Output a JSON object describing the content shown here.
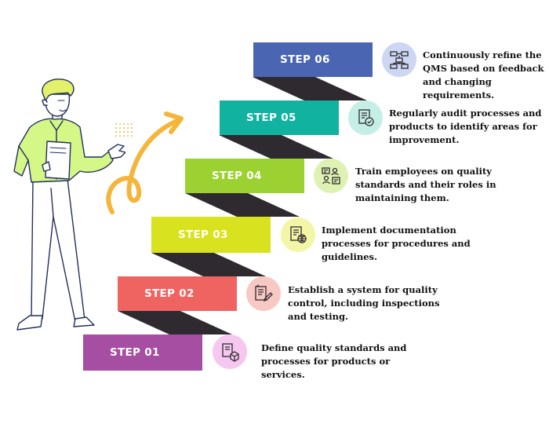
{
  "colors": {
    "riser": "#2f2a30",
    "arrow": "#f5b53a",
    "step_01": "#a64ea2",
    "step_02": "#ef6461",
    "step_03": "#d9e21e",
    "step_04": "#9bd130",
    "step_05": "#12b2a1",
    "step_06": "#4a66b2",
    "icon_bg_01": "#f6c7ef",
    "icon_bg_02": "#f8c8c2",
    "icon_bg_03": "#f3f6a6",
    "icon_bg_04": "#def2b3",
    "icon_bg_05": "#c4eee6",
    "icon_bg_06": "#cdd6f2"
  },
  "steps": [
    {
      "label": "STEP 01",
      "icon": "product-box-icon",
      "description": "Define quality standards and processes for products or services."
    },
    {
      "label": "STEP 02",
      "icon": "inspection-checklist-icon",
      "description": "Establish a system for quality control, including inspections and testing."
    },
    {
      "label": "STEP 03",
      "icon": "documentation-globe-icon",
      "description": "Implement documentation processes for procedures and guidelines."
    },
    {
      "label": "STEP 04",
      "icon": "training-people-icon",
      "description": "Train employees on quality standards and their roles in maintaining them."
    },
    {
      "label": "STEP 05",
      "icon": "audit-document-check-icon",
      "description": "Regularly audit processes and products to identify areas for improvement."
    },
    {
      "label": "STEP 06",
      "icon": "feedback-flowchart-icon",
      "description": "Continuously refine the QMS based on feedback and changing requirements."
    }
  ]
}
